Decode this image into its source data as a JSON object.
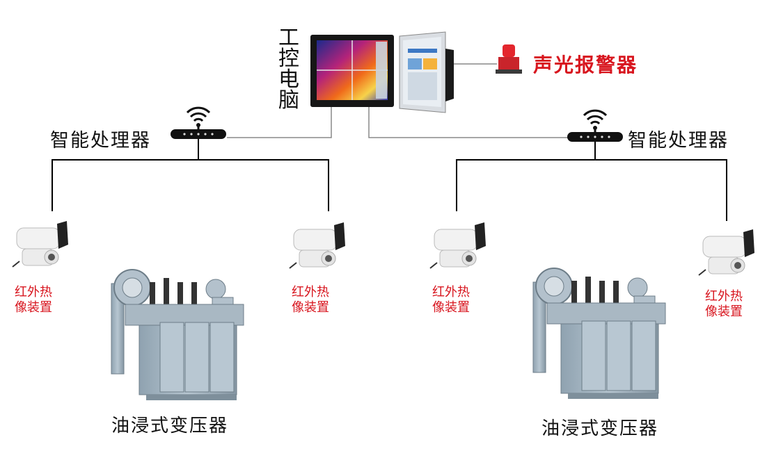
{
  "labels": {
    "ipc": "工控电脑",
    "alarm": "声光报警器",
    "processor_left": "智能处理器",
    "processor_right": "智能处理器",
    "camera_line1": "红外热",
    "camera_line2": "像装置",
    "transformer_left": "油浸式变压器",
    "transformer_right": "油浸式变压器"
  },
  "colors": {
    "line": "#000000",
    "thin_line": "#888888",
    "alarm_red": "#d8161f",
    "transformer": "#9fb0bc"
  },
  "icons": [
    "monitor-icon",
    "alarm-siren-icon",
    "wireless-router-icon",
    "thermal-camera-icon",
    "transformer-icon"
  ]
}
